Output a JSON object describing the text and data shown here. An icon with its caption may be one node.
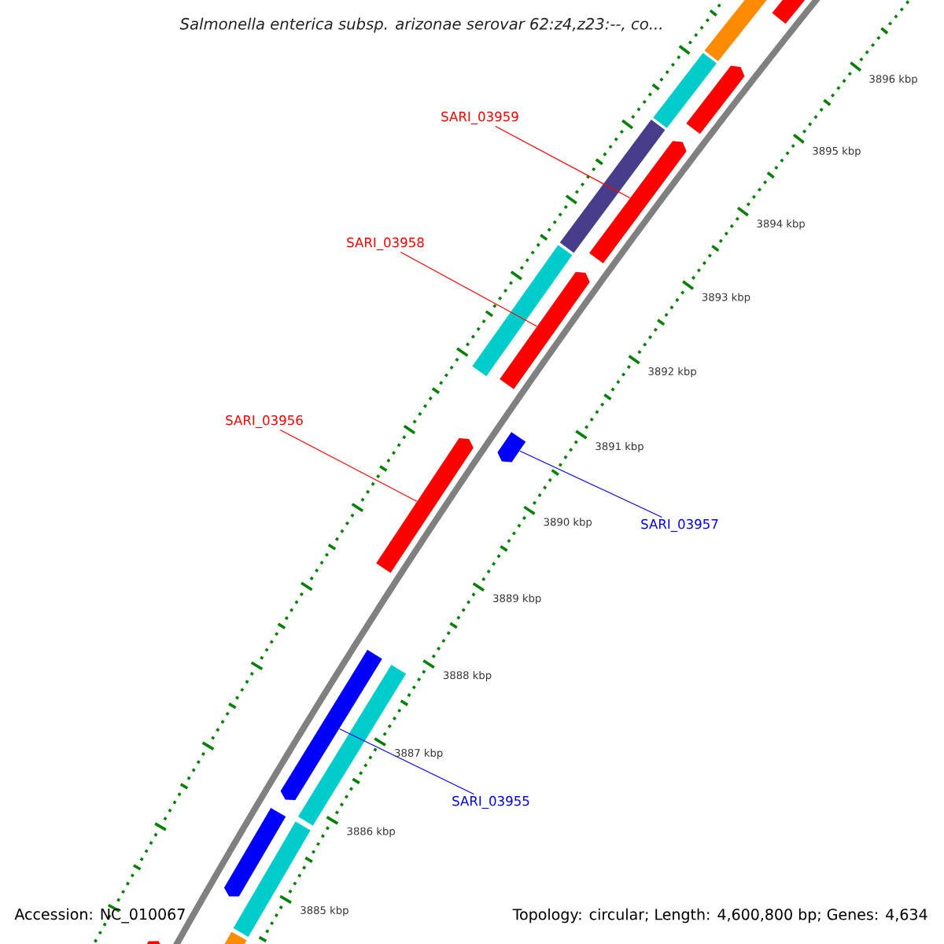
{
  "diagram": {
    "title": "Salmonella enterica subsp. arizonae serovar 62:z4,z23:--, co...",
    "nodes": [
      {
        "text": [
          "SARI_03959"
        ]
      },
      {
        "text": [],
        "shape": "bar"
      },
      {
        "text": [
          "SARI_03958"
        ]
      },
      {
        "text": [],
        "shape": "bar"
      },
      {
        "text": [
          "SARI_03956"
        ]
      },
      {
        "text": [],
        "shape": "bar"
      },
      {
        "text": [
          "SARI_03957"
        ]
      },
      {
        "text": [],
        "shape": "bar"
      },
      {
        "text": [
          "SARI_03955"
        ]
      },
      {
        "text": [],
        "shape": "bar"
      },
      {
        "text": [],
        "shape": "bar"
      },
      {
        "text": [],
        "shape": "bar"
      },
      {
        "text": [],
        "shape": "bar"
      },
      {
        "text": [],
        "shape": "bar"
      },
      {
        "text": [],
        "shape": "bar"
      },
      {
        "text": [],
        "shape": "bar"
      },
      {
        "text": [],
        "shape": "bar"
      },
      {
        "text": [],
        "shape": "bar"
      },
      {
        "text": [],
        "shape": "bar"
      },
      {
        "text": [],
        "shape": "bar"
      },
      {
        "text": [],
        "shape": "bar"
      }
    ],
    "edges": [
      {
        "from": 0,
        "to": 1,
        "arrow": "none"
      },
      {
        "from": 2,
        "to": 3,
        "arrow": "none"
      },
      {
        "from": 4,
        "to": 5,
        "arrow": "none"
      },
      {
        "from": 6,
        "to": 7,
        "arrow": "none",
        "color": "#0000ff"
      },
      {
        "from": 8,
        "to": 9,
        "arrow": "none",
        "color": "#0000ff"
      }
    ],
    "labels": [
      "3896 kbp",
      "3895 kbp",
      "3894 kbp",
      "3893 kbp",
      "3892 kbp",
      "3891 kbp",
      "3890 kbp",
      "3889 kbp",
      "3888 kbp",
      "3887 kbp",
      "3886 kbp",
      "3885 kbp",
      "Accession: NC_010067",
      "Topology: circular; Length: 4,600,800 bp; Genes: 4,634"
    ]
  }
}
